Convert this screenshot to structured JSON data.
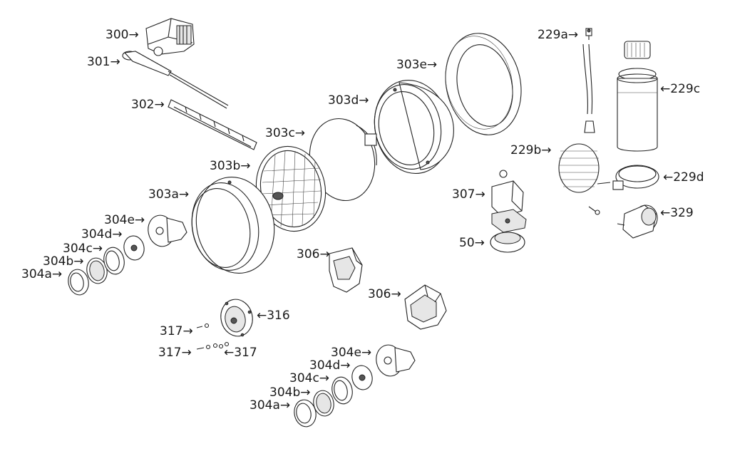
{
  "diagram": {
    "labels": {
      "l300": "300→",
      "l301": "301→",
      "l302": "302→",
      "l303e": "303e→",
      "l303d": "303d→",
      "l303c": "303c→",
      "l303b": "303b→",
      "l303a": "303a→",
      "l304e_top": "304e→",
      "l304d_top": "304d→",
      "l304c_top": "304c→",
      "l304b_top": "304b→",
      "l304a_top": "304a→",
      "l306_top": "306→",
      "l306_bottom": "306→",
      "l316": "←316",
      "l317_a": "317→",
      "l317_b": "317→",
      "l317_c": "←317",
      "l304e_bot": "304e→",
      "l304d_bot": "304d→",
      "l304c_bot": "304c→",
      "l304b_bot": "304b→",
      "l304a_bot": "304a→",
      "l229a": "229a→",
      "l229c": "←229c",
      "l229b": "229b→",
      "l229d": "←229d",
      "l307": "307→",
      "l50": "50→",
      "l329": "←329"
    }
  }
}
